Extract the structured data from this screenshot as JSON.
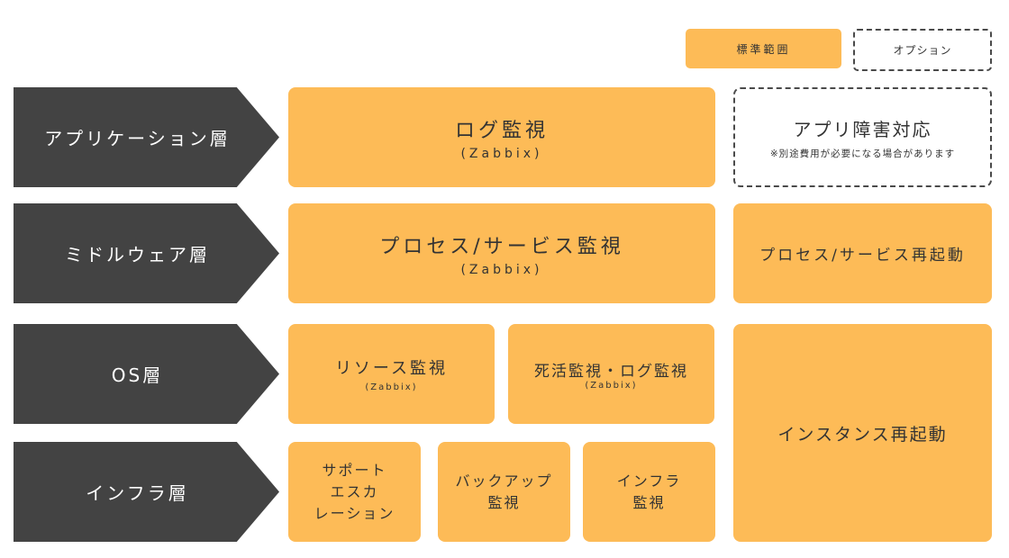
{
  "legend": {
    "standard_label": "標準範囲",
    "option_label": "オプション"
  },
  "colors": {
    "standard": "#fdbb57",
    "layer": "#434343",
    "option_border": "#4a4a4a"
  },
  "layers": [
    {
      "label": "アプリケーション層"
    },
    {
      "label": "ミドルウェア層"
    },
    {
      "label": "OS層"
    },
    {
      "label": "インフラ層"
    }
  ],
  "boxes": {
    "log_monitoring": {
      "title": "ログ監視",
      "sub": "(Zabbix)"
    },
    "process_monitoring": {
      "title": "プロセス/サービス監視",
      "sub": "(Zabbix)"
    },
    "resource_monitoring": {
      "title": "リソース監視",
      "sub": "(Zabbix)"
    },
    "alive_log_monitoring": {
      "title": "死活監視・ログ監視",
      "sub": "(Zabbix)"
    },
    "support_escalation": {
      "title": "サポート\nエスカ\nレーション"
    },
    "backup_monitoring": {
      "title": "バックアップ\n監視"
    },
    "infra_monitoring": {
      "title": "インフラ\n監視"
    },
    "app_incident": {
      "title": "アプリ障害対応",
      "note": "※別途費用が必要になる場合があります"
    },
    "process_restart": {
      "title": "プロセス/サービス再起動"
    },
    "instance_restart": {
      "title": "インスタンス再起動"
    }
  }
}
